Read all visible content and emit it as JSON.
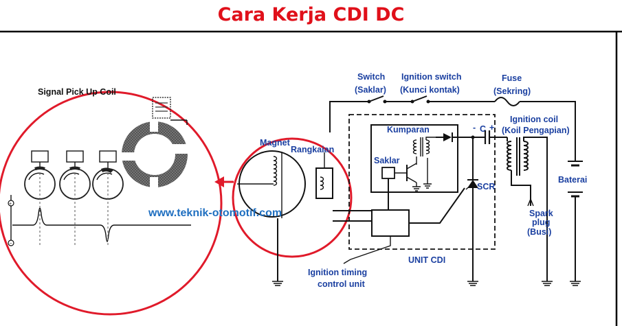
{
  "title": "Cara Kerja CDI DC",
  "website": "www.teknik-otomotif.com",
  "colors": {
    "title": "#e0101a",
    "circle": "#e01a2a",
    "labels": "#1a3fa0",
    "website": "#1f6fc0",
    "wire": "#111111"
  },
  "labels": {
    "signal_pickup_coil": "Signal Pick Up Coil",
    "magnet": "Magnet",
    "rangkaian": "Rangkaian",
    "switch_1": "Switch",
    "switch_2": "(Saklar)",
    "ignition_switch_1": "Ignition switch",
    "ignition_switch_2": "(Kunci kontak)",
    "fuse_1": "Fuse",
    "fuse_2": "(Sekring)",
    "ignition_coil_1": "Ignition coil",
    "ignition_coil_2": "(Koil Pengapian)",
    "capacitor": "C",
    "kumparan": "Kumparan",
    "saklar": "Saklar",
    "scr": "SCR",
    "baterai": "Baterai",
    "spark_1": "Spark",
    "spark_2": "plug",
    "spark_3": "(Busi)",
    "unit_cdi": "UNIT CDI",
    "timing_1": "Ignition timing",
    "timing_2": "control unit"
  },
  "icons": {
    "arrow": "arrow-left-icon",
    "ground": "ground-icon",
    "battery": "battery-icon",
    "diode": "diode-icon",
    "transistor": "transistor-icon",
    "scr": "scr-icon"
  }
}
